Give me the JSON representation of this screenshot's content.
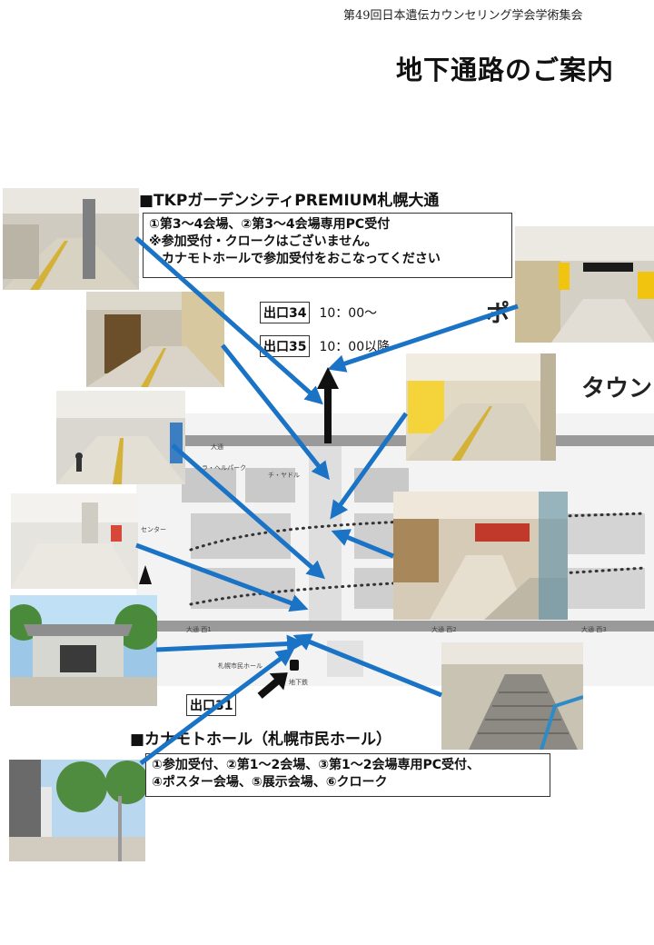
{
  "header": {
    "conference": "第49回日本遺伝カウンセリング学会学術集会",
    "title": "地下通路のご案内"
  },
  "tkp": {
    "heading": "■TKPガーデンシティPREMIUM札幌大通",
    "lines": [
      "①第3～4会場、②第3～4会場専用PC受付",
      "※参加受付・クロークはございません。",
      "　カナモトホールで参加受付をおこなってください"
    ],
    "exits": [
      {
        "label": "出口34",
        "time": "10：00～"
      },
      {
        "label": "出口35",
        "time": "10：00以降"
      }
    ]
  },
  "kanamoto": {
    "heading": "■カナモトホール（札幌市民ホール）",
    "lines": [
      "①参加受付、②第1～2会場、③第1～2会場専用PC受付、",
      "④ポスター会場、⑤展示会場、⑥クローク"
    ],
    "exit": "出口31"
  },
  "background_text": {
    "left": "ポ",
    "right": "タウン"
  },
  "map": {
    "labels": [
      "大通",
      "大通 西1",
      "大通 西2",
      "大通 西3",
      "ラ・ヘルパーク",
      "チ・ヤドル",
      "地下鉄",
      "札幌市民ホール",
      "センター"
    ]
  },
  "colors": {
    "arrow_blue": "#1a73c5",
    "arrow_black": "#111111",
    "floor_yellow": "#d4b23a"
  }
}
